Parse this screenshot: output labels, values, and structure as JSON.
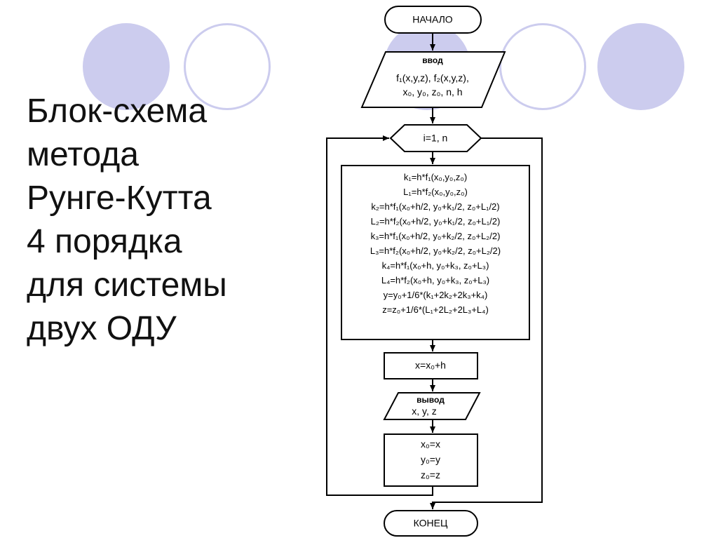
{
  "slide": {
    "title_lines": [
      "Блок-схема",
      "метода",
      "Рунге-Кутта",
      "4 порядка",
      "для системы",
      "двух ОДУ"
    ]
  },
  "flowchart": {
    "start": "НАЧАЛО",
    "input": {
      "label": "ввод",
      "line1": "f₁(x,y,z), f₂(x,y,z),",
      "line2": "x₀, y₀, z₀, n, h"
    },
    "loop": "i=1, n",
    "compute": [
      "k₁=h*f₁(x₀,y₀,z₀)",
      "L₁=h*f₂(x₀,y₀,z₀)",
      "k₂=h*f₁(x₀+h/2, y₀+k₁/2, z₀+L₁/2)",
      "L₂=h*f₂(x₀+h/2, y₀+k₁/2, z₀+L₁/2)",
      "k₃=h*f₁(x₀+h/2, y₀+k₂/2, z₀+L₂/2)",
      "L₃=h*f₂(x₀+h/2, y₀+k₂/2, z₀+L₂/2)",
      "k₄=h*f₁(x₀+h, y₀+k₃, z₀+L₃)",
      "L₄=h*f₂(x₀+h, y₀+k₃, z₀+L₃)",
      "y=y₀+1/6*(k₁+2k₂+2k₃+k₄)",
      "z=z₀+1/6*(L₁+2L₂+2L₃+L₄)"
    ],
    "update_x": "x=x₀+h",
    "output": {
      "label": "вывод",
      "values": "x, y, z"
    },
    "assign": [
      "x₀=x",
      "y₀=y",
      "z₀=z"
    ],
    "end": "КОНЕЦ"
  }
}
